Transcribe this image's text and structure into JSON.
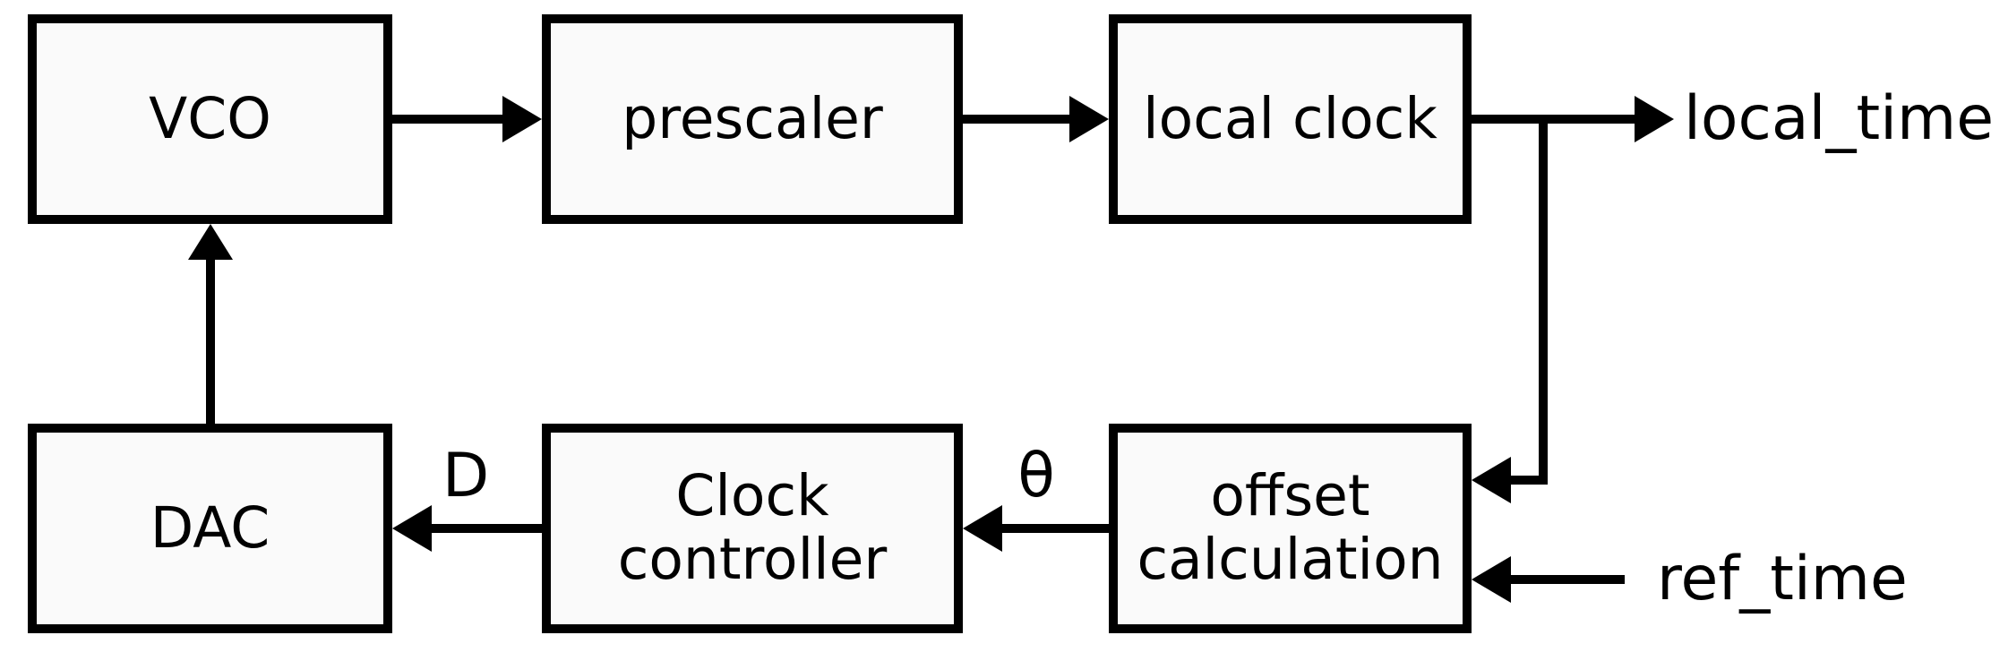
{
  "diagram": {
    "nodes": [
      {
        "id": "vco",
        "label": "VCO"
      },
      {
        "id": "prescaler",
        "label": "prescaler"
      },
      {
        "id": "local-clock",
        "label": "local clock"
      },
      {
        "id": "dac",
        "label": "DAC"
      },
      {
        "id": "clock-controller",
        "label_line1": "Clock",
        "label_line2": "controller"
      },
      {
        "id": "offset-calculation",
        "label_line1": "offset",
        "label_line2": "calculation"
      }
    ],
    "signal_labels": {
      "local_time": "local_time",
      "ref_time": "ref_time",
      "d": "D",
      "theta": "θ"
    },
    "edges": [
      {
        "from": "VCO",
        "to": "prescaler"
      },
      {
        "from": "prescaler",
        "to": "local clock"
      },
      {
        "from": "local clock",
        "to": "local_time"
      },
      {
        "from": "local clock",
        "to": "offset calculation"
      },
      {
        "from": "ref_time",
        "to": "offset calculation"
      },
      {
        "from": "offset calculation",
        "to": "Clock controller",
        "signal": "θ"
      },
      {
        "from": "Clock controller",
        "to": "DAC",
        "signal": "D"
      },
      {
        "from": "DAC",
        "to": "VCO"
      }
    ],
    "colors": {
      "line": "#000000",
      "box_fill": "#fafafa",
      "background": "#ffffff",
      "text": "#000000"
    }
  }
}
